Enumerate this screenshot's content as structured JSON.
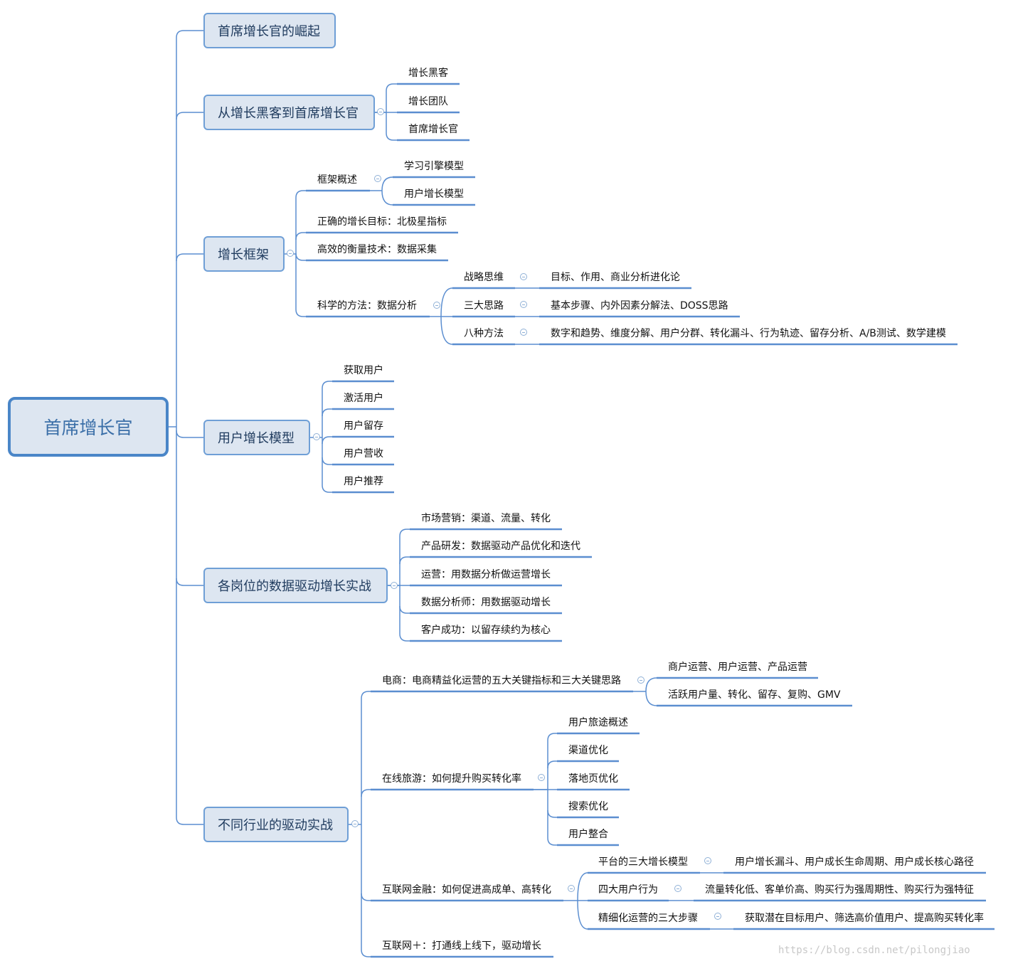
{
  "root": {
    "label": "首席增长官"
  },
  "branches": [
    {
      "label": "首席增长官的崛起"
    },
    {
      "label": "从增长黑客到首席增长官",
      "children": [
        "增长黑客",
        "增长团队",
        "首席增长官"
      ]
    },
    {
      "label": "增长框架",
      "children": [
        {
          "label": "框架概述",
          "children": [
            "学习引擎模型",
            "用户增长模型"
          ]
        },
        {
          "label": "正确的增长目标：北极星指标"
        },
        {
          "label": "高效的衡量技术：数据采集"
        },
        {
          "label": "科学的方法：数据分析",
          "children": [
            {
              "label": "战略思维",
              "detail": "目标、作用、商业分析进化论"
            },
            {
              "label": "三大思路",
              "detail": "基本步骤、内外因素分解法、DOSS思路"
            },
            {
              "label": "八种方法",
              "detail": "数字和趋势、维度分解、用户分群、转化漏斗、行为轨迹、留存分析、A/B测试、数学建模"
            }
          ]
        }
      ]
    },
    {
      "label": "用户增长模型",
      "children": [
        "获取用户",
        "激活用户",
        "用户留存",
        "用户营收",
        "用户推荐"
      ]
    },
    {
      "label": "各岗位的数据驱动增长实战",
      "children": [
        "市场营销：渠道、流量、转化",
        "产品研发：数据驱动产品优化和迭代",
        "运营：用数据分析做运营增长",
        "数据分析师：用数据驱动增长",
        "客户成功：以留存续约为核心"
      ]
    },
    {
      "label": "不同行业的驱动实战",
      "children": [
        {
          "label": "电商：电商精益化运营的五大关键指标和三大关键思路",
          "children": [
            "商户运营、用户运营、产品运营",
            "活跃用户量、转化、留存、复购、GMV"
          ]
        },
        {
          "label": "在线旅游：如何提升购买转化率",
          "children": [
            "用户旅途概述",
            "渠道优化",
            "落地页优化",
            "搜索优化",
            "用户整合"
          ]
        },
        {
          "label": "互联网金融：如何促进高成单、高转化",
          "children": [
            {
              "label": "平台的三大增长模型",
              "detail": "用户增长漏斗、用户成长生命周期、用户成长核心路径"
            },
            {
              "label": "四大用户行为",
              "detail": "流量转化低、客单价高、购买行为强周期性、购买行为强特征"
            },
            {
              "label": "精细化运营的三大步骤",
              "detail": "获取潜在目标用户、筛选高价值用户、提高购买转化率"
            }
          ]
        },
        {
          "label": "互联网＋：打通线上线下，驱动增长"
        }
      ]
    }
  ],
  "watermark": "https://blog.csdn.net/pilongjiao",
  "colors": {
    "line": "#5b8ed0",
    "node_fill": "#dde6f1",
    "root_border": "#4a86c8"
  }
}
